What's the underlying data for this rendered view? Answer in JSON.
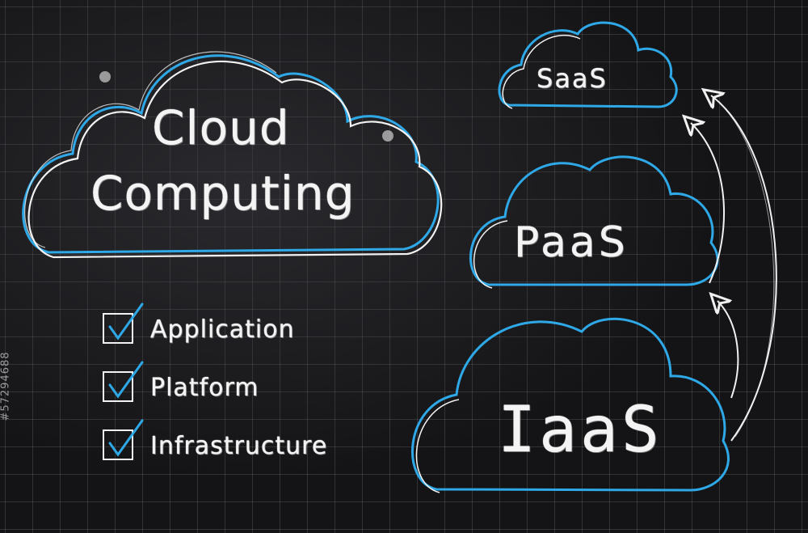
{
  "diagram": {
    "title_line1": "Cloud",
    "title_line2": "Computing",
    "layers": [
      {
        "label": "SaaS"
      },
      {
        "label": "PaaS"
      },
      {
        "label": "IaaS"
      }
    ],
    "checklist": [
      {
        "label": "Application",
        "checked": true
      },
      {
        "label": "Platform",
        "checked": true
      },
      {
        "label": "Infrastructure",
        "checked": true
      }
    ],
    "watermark": "#57294688"
  },
  "colors": {
    "chalk_white": "#f4f4f4",
    "chalk_blue": "#2ea8e6",
    "board": "#141416"
  }
}
